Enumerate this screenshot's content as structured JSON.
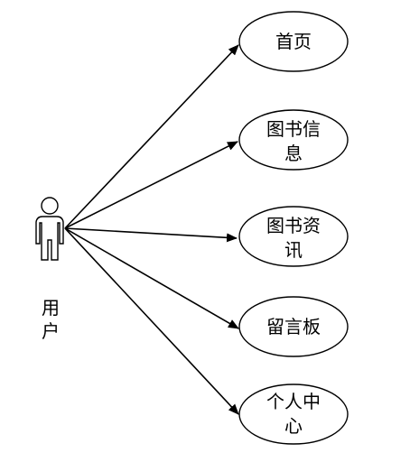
{
  "actor": {
    "name_line1": "用",
    "name_line2": "户"
  },
  "use_cases": [
    {
      "lines": [
        "首页"
      ]
    },
    {
      "lines": [
        "图书信",
        "息"
      ]
    },
    {
      "lines": [
        "图书资",
        "讯"
      ]
    },
    {
      "lines": [
        "留言板"
      ]
    },
    {
      "lines": [
        "个人中",
        "心"
      ]
    }
  ]
}
